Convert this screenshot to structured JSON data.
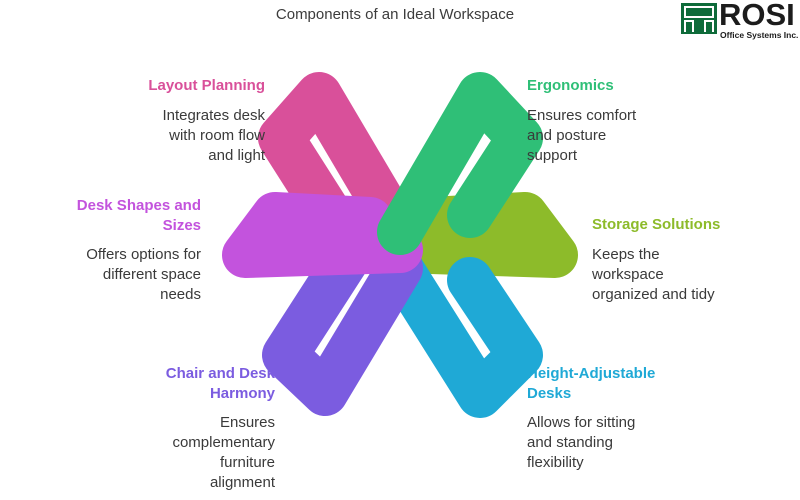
{
  "title": "Components of an Ideal Workspace",
  "logo": {
    "word": "ROSI",
    "subtitle": "Office Systems Inc.",
    "color": "#0e6b3a"
  },
  "components": [
    {
      "heading": "Layout Planning",
      "description": [
        "Integrates desk",
        "with room flow",
        "and light"
      ],
      "color": "#d9509a"
    },
    {
      "heading": "Ergonomics",
      "description": [
        "Ensures comfort",
        "and posture",
        "support"
      ],
      "color": "#2fbf77"
    },
    {
      "heading": [
        "Desk Shapes and",
        "Sizes"
      ],
      "description": [
        "Offers options for",
        "different space",
        "needs"
      ],
      "color": "#c353dd"
    },
    {
      "heading": "Storage Solutions",
      "description": [
        "Keeps the",
        "workspace",
        "organized and tidy"
      ],
      "color": "#8dbb2a"
    },
    {
      "heading": [
        "Chair and Desk",
        "Harmony"
      ],
      "description": [
        "Ensures",
        "complementary",
        "furniture",
        "alignment"
      ],
      "color": "#7b5ce0"
    },
    {
      "heading": [
        "Height-Adjustable",
        "Desks"
      ],
      "description": [
        "Allows for sitting",
        "and standing",
        "flexibility"
      ],
      "color": "#1fa9d6"
    }
  ]
}
